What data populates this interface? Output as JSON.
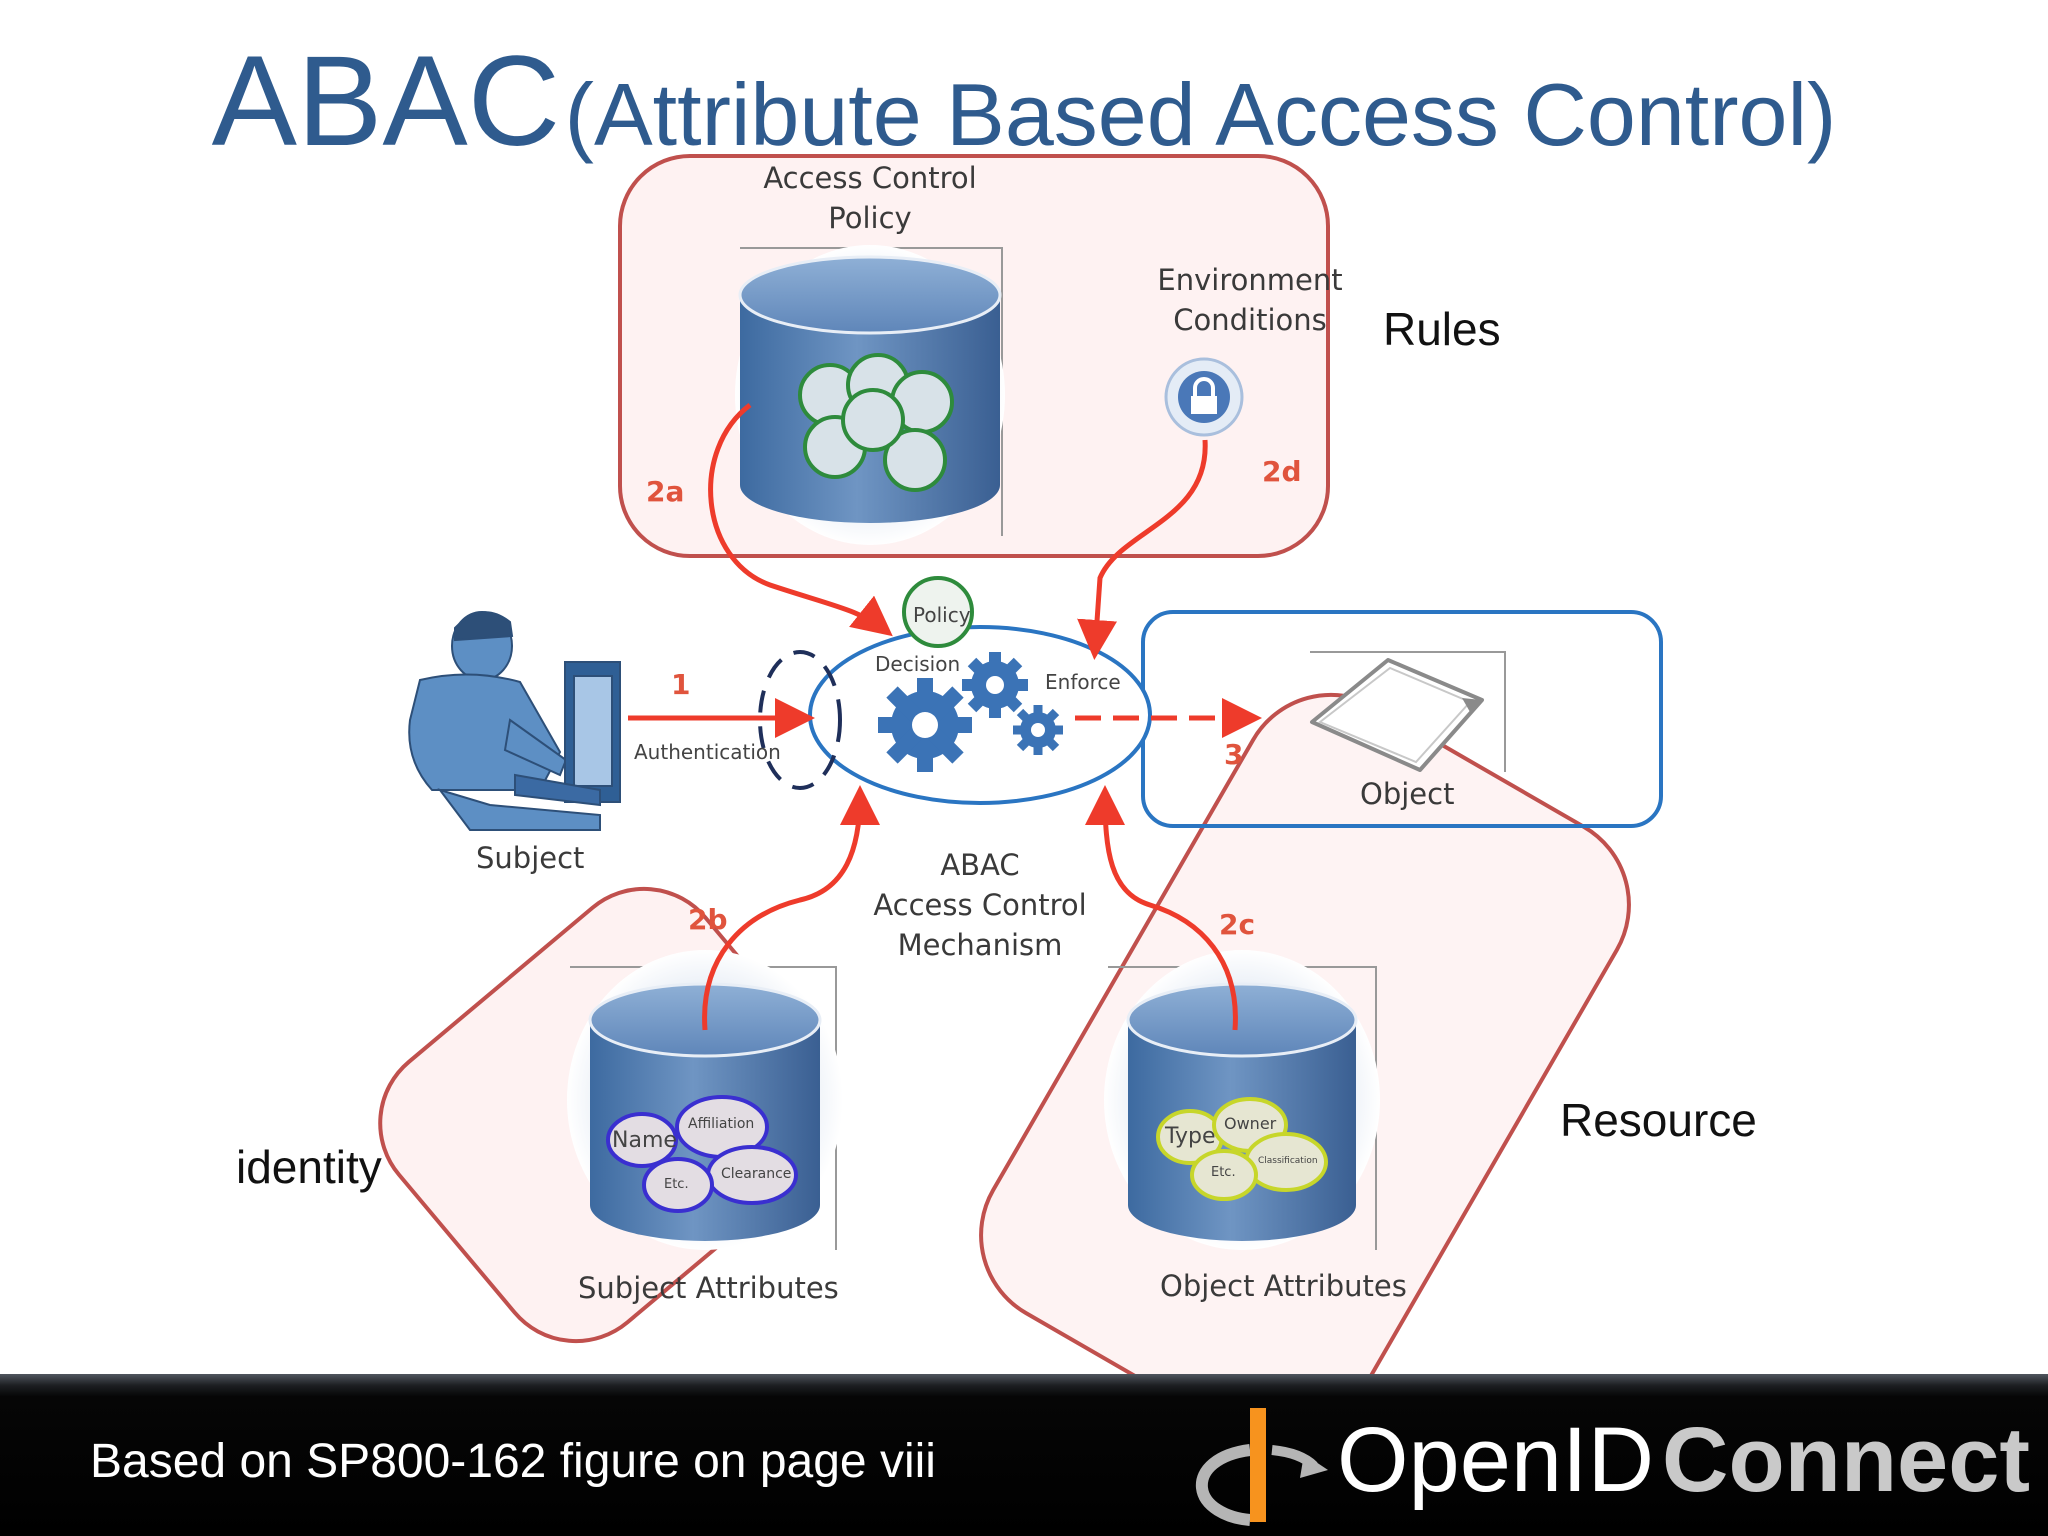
{
  "title": {
    "main": "ABAC",
    "sub": "(Attribute Based Access Control)"
  },
  "diagram": {
    "policy_label_line1": "Access Control",
    "policy_label_line2": "Policy",
    "env_label_line1": "Environment",
    "env_label_line2": "Conditions",
    "subject_label": "Subject",
    "auth_label": "Authentication",
    "decision_label": "Decision",
    "enforce_label": "Enforce",
    "policy_badge": "Policy",
    "mechanism_line1": "ABAC",
    "mechanism_line2": "Access Control",
    "mechanism_line3": "Mechanism",
    "object_label": "Object",
    "subject_attrs_label": "Subject  Attributes",
    "object_attrs_label": "Object Attributes",
    "subject_bubbles": {
      "name": "Name",
      "affiliation": "Affiliation",
      "clearance": "Clearance",
      "etc": "Etc."
    },
    "object_bubbles": {
      "type": "Type",
      "owner": "Owner",
      "classification": "Classification",
      "etc": "Etc."
    },
    "step_1": "1",
    "step_2a": "2a",
    "step_2b": "2b",
    "step_2c": "2c",
    "step_2d": "2d",
    "step_3": "3"
  },
  "annotations": {
    "rules": "Rules",
    "identity": "identity",
    "resource": "Resource"
  },
  "footer": {
    "text": "Based on SP800-162  figure on page viii",
    "logo_open": "OpenID",
    "logo_connect": "Connect"
  },
  "colors": {
    "title": "#2f5b8e",
    "highlight_red": "#c0504d",
    "highlight_fill": "#fde8e8",
    "object_box_blue": "#2a75c2",
    "arrow_red": "#ee3b2b",
    "cylinder_blue": "#4a75a8",
    "logo_orange": "#f7931e"
  }
}
